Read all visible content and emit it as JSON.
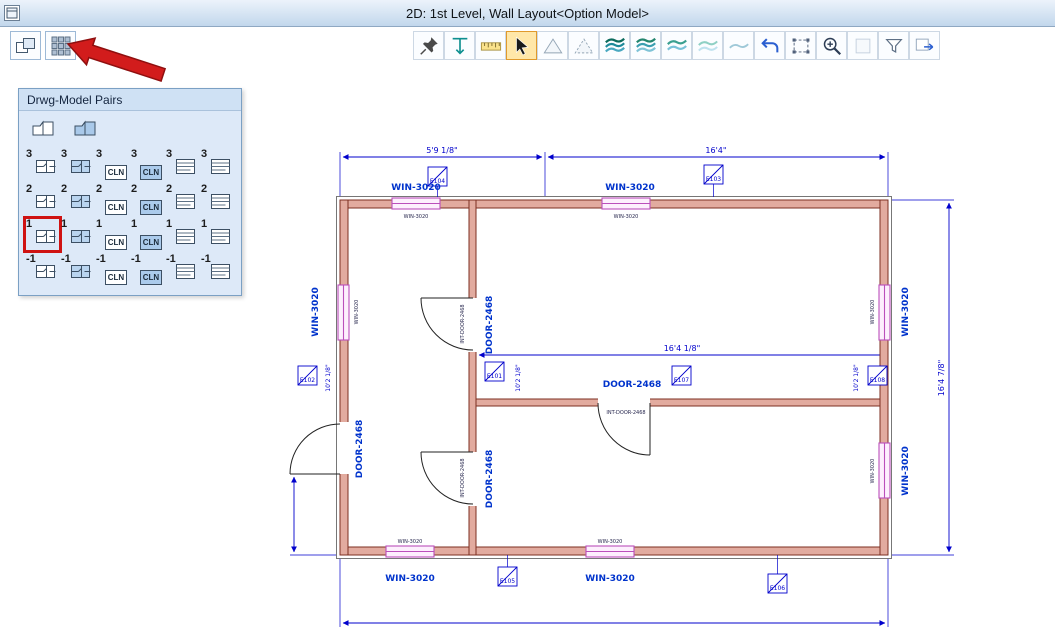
{
  "window": {
    "title": "2D: 1st Level, Wall Layout<Option Model>"
  },
  "toolbar": {
    "left_tools": [
      {
        "icon": "pairs",
        "name": "drwg-model-pairs"
      },
      {
        "icon": "gridview",
        "name": "window-grid"
      }
    ],
    "tools": [
      {
        "icon": "pushpin",
        "name": "pushpin"
      },
      {
        "icon": "measure",
        "name": "vertical-measure"
      },
      {
        "icon": "ruler",
        "name": "ruler"
      },
      {
        "icon": "select",
        "name": "select-arrow",
        "active": true
      },
      {
        "icon": "triangle",
        "name": "polygon"
      },
      {
        "icon": "lasso",
        "name": "fence"
      },
      {
        "icon": "layers3",
        "name": "surface-stack-dark"
      },
      {
        "icon": "layers3b",
        "name": "surface-stack-mid"
      },
      {
        "icon": "layers2",
        "name": "surface-stack-light"
      },
      {
        "icon": "layers1",
        "name": "surface-pair"
      },
      {
        "icon": "surface",
        "name": "surface-single"
      },
      {
        "icon": "undo",
        "name": "undo"
      },
      {
        "icon": "selbox",
        "name": "selection-box"
      },
      {
        "icon": "zoom",
        "name": "zoom-in"
      },
      {
        "icon": "blank",
        "name": "blank"
      },
      {
        "icon": "filter",
        "name": "filter"
      },
      {
        "icon": "export",
        "name": "export-view"
      }
    ]
  },
  "palette": {
    "title": "Drwg-Model Pairs",
    "cln_label": "CLN",
    "row_labels": [
      "3",
      "2",
      "1",
      "-1"
    ],
    "columns": [
      "plan",
      "plan-blue",
      "cln",
      "cln-blue",
      "grid",
      "grid"
    ],
    "header_icons": [
      {
        "icon": "pairL",
        "name": "pair-drawing"
      },
      {
        "icon": "pairR",
        "name": "pair-model"
      }
    ],
    "selected_row": "1",
    "selected_col": 0
  },
  "plan": {
    "window_label": "WIN-3020",
    "door_label": "DOOR-2468",
    "int_door_label": "INT-DOOR-2468",
    "tags": {
      "top_left": "E104",
      "top_right": "E103",
      "left": "E102",
      "interior": "E101",
      "center": "E107",
      "right": "E108",
      "bottom_left": "E105",
      "bottom_right": "E106"
    },
    "dimensions": {
      "top_left": "5'9 1/8\"",
      "top_right": "16'4\"",
      "interior": "16'4 1/8\"",
      "right_outer": "16'4 7/8\"",
      "sill_left": "10'2 1/8\"",
      "sill_interior": "10'2 1/8\"",
      "sill_right": "10'2 1/8\""
    }
  }
}
